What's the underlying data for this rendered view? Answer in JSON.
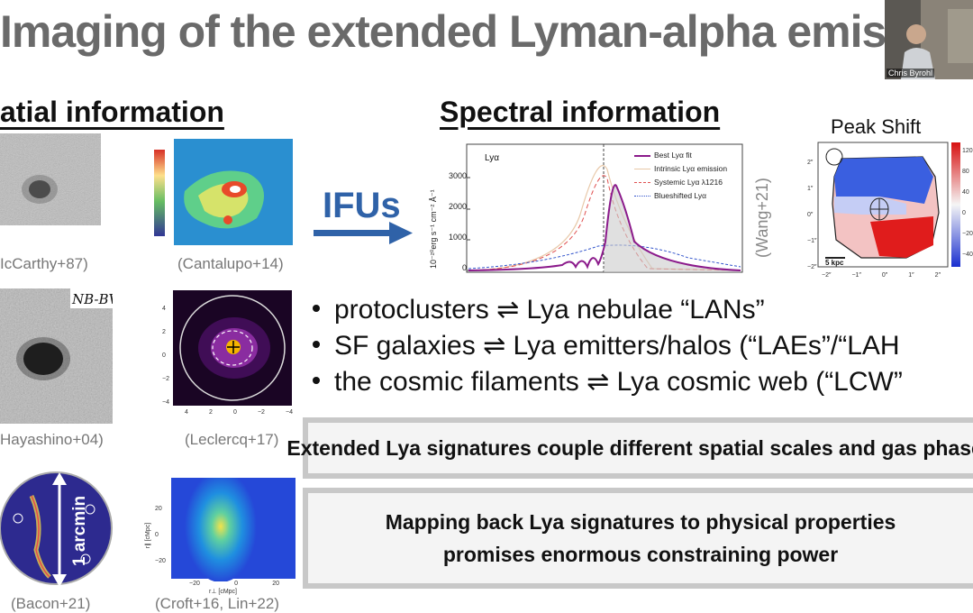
{
  "slide": {
    "title": "Imaging of the extended Lyman-alpha emiss",
    "spatial_heading": "atial information",
    "spectral_heading": "Spectral information",
    "ifus_label": "IFUs",
    "peak_shift_label": "Peak Shift",
    "peak_colorbar_ticks": [
      "120",
      "80",
      "40",
      "0",
      "−20",
      "−40"
    ],
    "peak_scale_label": "5 kpc",
    "wang_caption": "(Wang+21)",
    "image_captions": {
      "mccarthy": "IcCarthy+87)",
      "cantalupo": "(Cantalupo+14)",
      "hayashino": "Hayashino+04)",
      "leclercq": "(Leclercq+17)",
      "bacon": "(Bacon+21)",
      "croft": "(Croft+16, Lin+22)"
    },
    "nb_bv_label": "NB-BV",
    "arcmin_label": "1 arcmin",
    "bullets": [
      "protoclusters ⇌ Lya nebulae “LANs”",
      "SF galaxies ⇌  Lya emitters/halos (“LAEs”/“LAH",
      "the cosmic filaments ⇌ Lya cosmic web (“LCW”"
    ],
    "box1_text": "Extended Lya signatures couple different spatial scales and gas phases",
    "box2_line1": "Mapping back Lya signatures to physical properties",
    "box2_line2": "promises enormous constraining power",
    "video_name": "Chris Byrohl"
  },
  "spectrum": {
    "panel_label": "Lyα",
    "ylabel": "10⁻²⁰erg s⁻¹ cm⁻² Å⁻¹",
    "yticks": [
      "0",
      "1000",
      "2000",
      "3000"
    ],
    "legend": [
      "Best Lyα fit",
      "Intrinsic Lyα emission",
      "Systemic Lyα λ1216",
      "Blueshifted Lyα"
    ],
    "colors": {
      "best": "#8b1a8b",
      "intrinsic": "#e8c8a8",
      "systemic": "#e05050",
      "blue": "#3355cc"
    }
  },
  "croft_axes": {
    "yticks": [
      "20",
      "0",
      "−20"
    ],
    "xticks": [
      "−20",
      "0",
      "20"
    ],
    "ylabel": "r∥ [cMpc]",
    "xlabel": "r⊥ [cMpc]"
  },
  "leclercq_axes": {
    "yticks": [
      "4",
      "2",
      "0",
      "−2",
      "−4"
    ],
    "xticks": [
      "4",
      "2",
      "0",
      "−2",
      "−4"
    ]
  },
  "peak_axes": {
    "yticks": [
      "2″",
      "1″",
      "0″",
      "−1″",
      "−2″"
    ],
    "xticks": [
      "−2″",
      "−1″",
      "0″",
      "1″",
      "2″"
    ]
  }
}
